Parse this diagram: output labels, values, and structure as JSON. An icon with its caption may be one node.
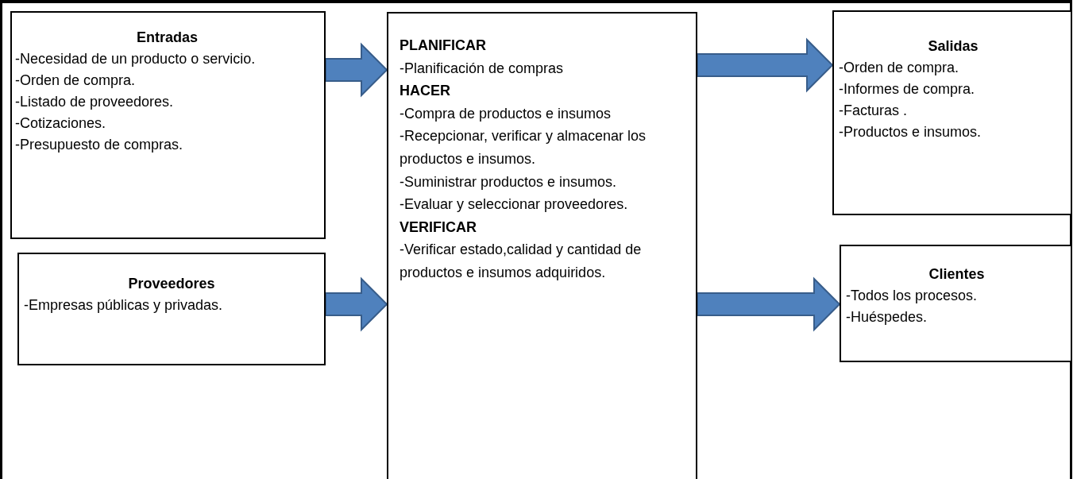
{
  "diagram": {
    "nodes": [
      {
        "text": [
          "Entradas",
          "-Necesidad de un producto o servicio.",
          "-Orden de compra.",
          "-Listado de proveedores.",
          "-Cotizaciones.",
          "-Presupuesto de compras."
        ]
      },
      {
        "text": [
          "Proveedores",
          "-Empresas públicas y privadas."
        ]
      },
      {
        "text": [
          "PLANIFICAR",
          "-Planificación de compras",
          "HACER",
          "-Compra de productos e insumos",
          "-Recepcionar, verificar y almacenar los productos e insumos.",
          "-Suministrar productos e insumos.",
          "-Evaluar y seleccionar proveedores.",
          "VERIFICAR",
          "-Verificar estado,calidad y cantidad de productos e insumos adquiridos."
        ]
      },
      {
        "text": [
          "Salidas",
          "-Orden de compra.",
          "-Informes de compra.",
          "-Facturas .",
          "-Productos e insumos."
        ]
      },
      {
        "text": [
          "Clientes",
          "-Todos los procesos.",
          "-Huéspedes."
        ]
      }
    ],
    "edges": [
      {
        "from": 0,
        "to": 2,
        "arrow": "to"
      },
      {
        "from": 1,
        "to": 2,
        "arrow": "to"
      },
      {
        "from": 2,
        "to": 3,
        "arrow": "to"
      },
      {
        "from": 2,
        "to": 4,
        "arrow": "to"
      }
    ]
  }
}
